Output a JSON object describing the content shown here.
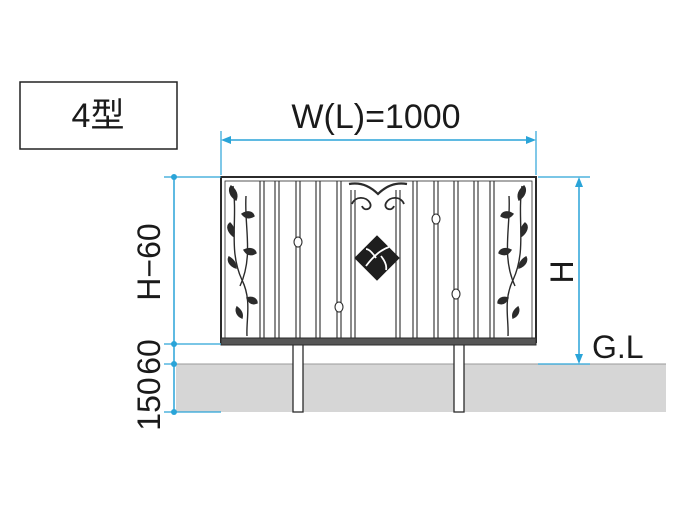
{
  "type_label": "4型",
  "dimensions": {
    "width_label": "W(L)=1000",
    "height_label": "H",
    "left_stack": {
      "upper": "H−60",
      "middle": "60",
      "lower": "150"
    }
  },
  "ground_label": "G.L",
  "colors": {
    "dimension_line": "#2aa4d8",
    "ground_fill": "#d6d6d6",
    "fence_line": "#2b2b2b",
    "post_fill": "#ffffff"
  }
}
